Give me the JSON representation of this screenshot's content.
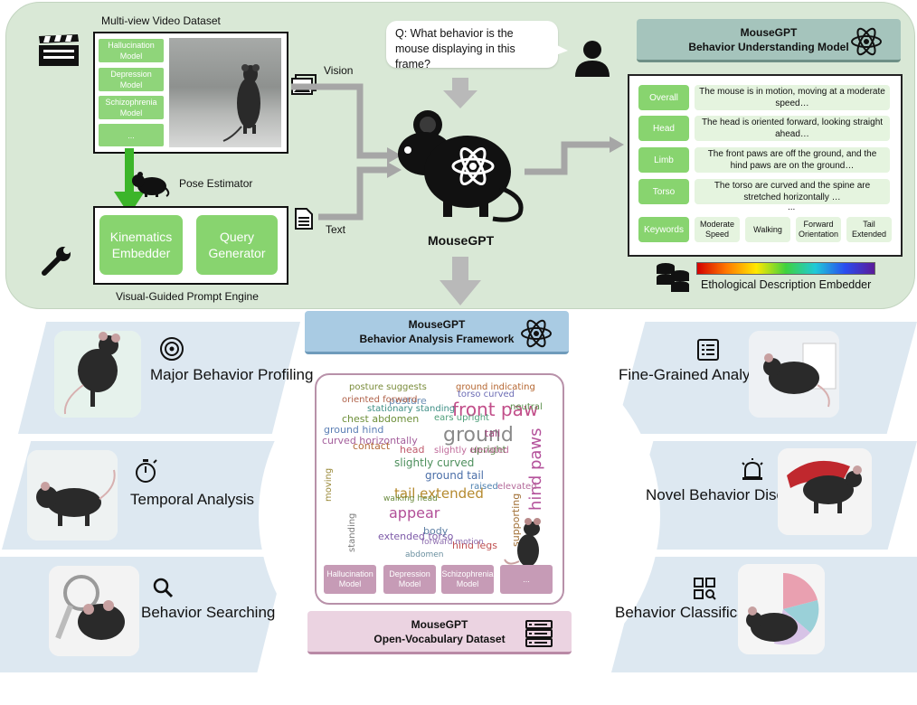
{
  "pipeline": {
    "dataset_title": "Multi-view Video Dataset",
    "dataset_items": [
      "Hallucination Model",
      "Depression Model",
      "Schizophrenia Model",
      "..."
    ],
    "pose_estimator": "Pose Estimator",
    "prompt_engine_modules": [
      "Kinematics Embedder",
      "Query Generator"
    ],
    "prompt_engine_label": "Visual-Guided Prompt Engine",
    "input_vision": "Vision",
    "input_text": "Text",
    "question": "Q: What behavior is the mouse displaying in this frame?",
    "center_model": "MouseGPT"
  },
  "understanding": {
    "title": "MouseGPT",
    "subtitle": "Behavior Understanding Model",
    "rows": [
      {
        "label": "Overall",
        "text": "The mouse is in motion, moving at a moderate speed…"
      },
      {
        "label": "Head",
        "text": "The head is oriented forward, looking straight ahead…"
      },
      {
        "label": "Limb",
        "text": "The front paws are off the ground, and the hind paws are on the ground…"
      },
      {
        "label": "Torso",
        "text": "The torso are curved and the spine are stretched horizontally …"
      }
    ],
    "ellipsis": "...",
    "keywords_label": "Keywords",
    "keywords": [
      "Moderate Speed",
      "Walking",
      "Forward Orientation",
      "Tail Extended"
    ],
    "embedder_label": "Ethological Description Embedder"
  },
  "framework": {
    "title": "MouseGPT",
    "subtitle": "Behavior Analysis Framework"
  },
  "dataset": {
    "title": "MouseGPT",
    "subtitle": "Open-Vocabulary Dataset",
    "items": [
      "Hallucination Model",
      "Depression Model",
      "Schizophrenia Model",
      "..."
    ]
  },
  "applications": {
    "left": [
      "Major Behavior Profiling",
      "Temporal Analysis",
      "Behavior Searching"
    ],
    "right": [
      "Fine-Grained Analysis",
      "Novel Behavior Discovery",
      "Behavior Classification"
    ]
  },
  "word_cloud": [
    "front paw",
    "ground",
    "hind paws",
    "tail extended",
    "appear",
    "posture suggests",
    "ground indicating",
    "chest abdomen",
    "ground hind",
    "curved horizontally",
    "slightly curved",
    "ground tail",
    "head",
    "contact",
    "posture",
    "upright",
    "extended torso",
    "stationary standing",
    "slightly elevated",
    "hind legs",
    "body",
    "walking head",
    "forward motion",
    "ears upright",
    "oriented forward",
    "torso curved",
    "moving",
    "standing",
    "neutral",
    "elevated",
    "raised",
    "supporting",
    "abdomen",
    "tail"
  ],
  "colors": {
    "top_panel": "#d9e8d6",
    "green": "#88d46f",
    "blue_header": "#a9cbe3",
    "teal_header": "#a5c4bc",
    "pink_header": "#ebd3e1",
    "band": "#dde8f1"
  }
}
